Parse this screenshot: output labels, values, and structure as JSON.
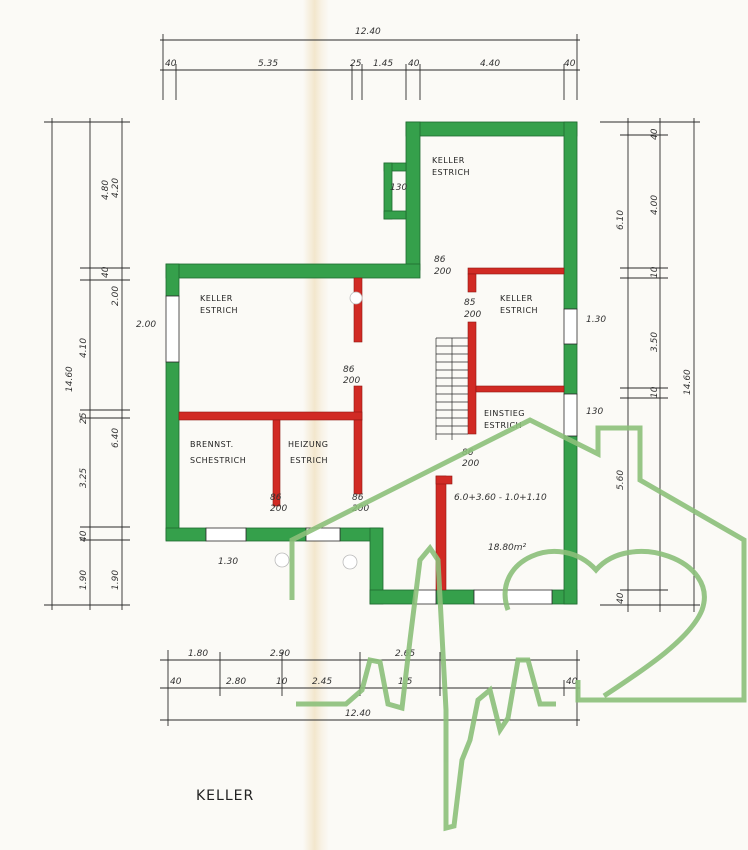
{
  "title": "KELLER",
  "colors": {
    "wall_green": "#35a04b",
    "wall_dark": "#1f6b2f",
    "wall_red": "#d12a24",
    "logo_green": "#8cc07a",
    "line": "#2b2b2b"
  },
  "top_dims": {
    "total": "12.40",
    "d1": "40",
    "d2": "5.35",
    "d3": "25",
    "d4": "1.45",
    "d5": "40",
    "d6": "4.40",
    "d7": "40"
  },
  "bottom_dims": {
    "r1a": "1.80",
    "r1b": "2.90",
    "r1c": "2.65",
    "r2a": "40",
    "r2b": "2.80",
    "r2c": "10",
    "r2d": "2.45",
    "r2e": "1.5",
    "r2f": "40",
    "total": "12.40"
  },
  "left_dims": {
    "total": "14.60",
    "a1": "4.80",
    "a2": "4.20",
    "a3": "40",
    "a4": "2.00",
    "a5": "4.10",
    "a6": "25",
    "a7": "6.40",
    "a8": "3.25",
    "a9": "40",
    "a10": "1.90",
    "a11": "1.90"
  },
  "right_dims": {
    "total": "14.60",
    "b1": "40",
    "b2": "6.10",
    "b3": "4.00",
    "b4": "10",
    "b5": "3.50",
    "b6": "10",
    "b7": "5.60",
    "b8": "40"
  },
  "rooms": [
    {
      "line1": "KELLER",
      "line2": "ESTRICH"
    },
    {
      "line1": "KELLER",
      "line2": "ESTRICH"
    },
    {
      "line1": "KELLER",
      "line2": "ESTRICH"
    },
    {
      "line1": "BRENNST.",
      "line2": "SCHESTRICH"
    },
    {
      "line1": "HEIZUNG",
      "line2": "ESTRICH"
    },
    {
      "line1": "EINSTIEG",
      "line2": "ESTRICH"
    }
  ],
  "annotations": {
    "door1a": "86",
    "door1b": "200",
    "door2a": "86",
    "door2b": "200",
    "door3a": "86",
    "door3b": "200",
    "door4a": "85",
    "door4b": "200",
    "door5a": "86",
    "door5b": "200",
    "door6a": "86",
    "door6b": "200",
    "win1": "2.00",
    "win2": "130",
    "win3": "1.30",
    "win4": "130",
    "win5": "1.30",
    "calc": "6.0+3.60 - 1.0+1.10",
    "area": "18.80m²"
  },
  "logo": {
    "icon": "house-heartbeat-logo"
  }
}
